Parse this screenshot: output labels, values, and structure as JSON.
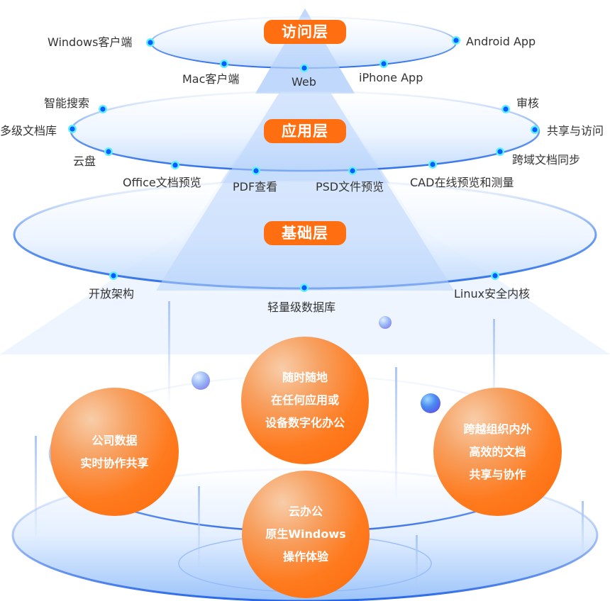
{
  "diagram": {
    "colors": {
      "accent_orange": "#ff6f12",
      "ring_blue": "#2f6fe8",
      "dot_blue": "#0a5cff",
      "dot_glow": "#5ff0ff",
      "label_text": "#333333"
    },
    "layers": [
      {
        "name": "访问层",
        "nodes": [
          "Windows客户端",
          "Mac客户端",
          "Web",
          "iPhone App",
          "Android App"
        ]
      },
      {
        "name": "应用层",
        "nodes": [
          "智能搜索",
          "多级文档库",
          "云盘",
          "Office文档预览",
          "PDF查看",
          "PSD文件预览",
          "CAD在线预览和测量",
          "跨域文档同步",
          "共享与访问",
          "审核"
        ]
      },
      {
        "name": "基础层",
        "nodes": [
          "开放架构",
          "轻量级数据库",
          "Linux安全内核"
        ]
      }
    ],
    "features": [
      {
        "lines": [
          "随时随地",
          "在任何应用或",
          "设备数字化办公"
        ]
      },
      {
        "lines": [
          "公司数据",
          "实时协作共享"
        ]
      },
      {
        "lines": [
          "跨越组织内外",
          "高效的文档",
          "共享与协作"
        ]
      },
      {
        "lines": [
          "云办公",
          "原生Windows",
          "操作体验"
        ]
      }
    ]
  }
}
